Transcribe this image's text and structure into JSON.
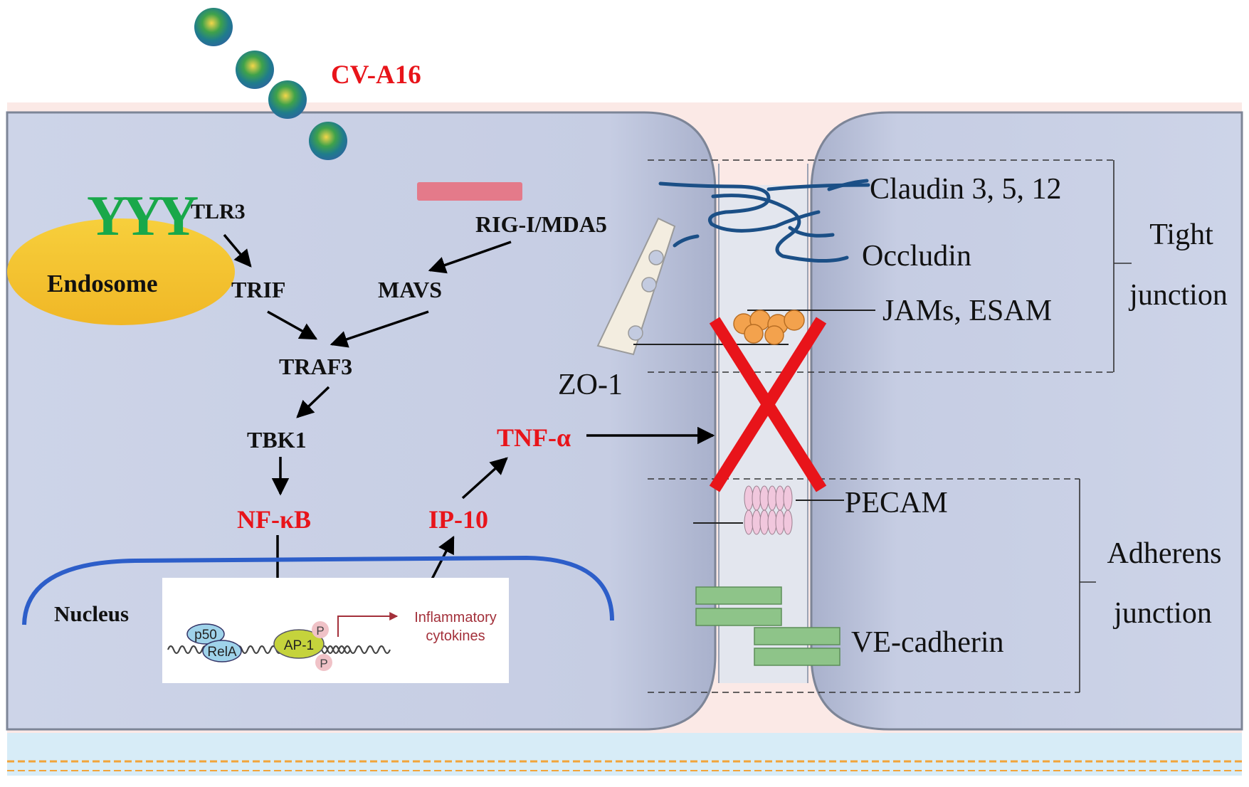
{
  "virus": {
    "name": "CV-A16"
  },
  "receptors": {
    "tlr_glyph": "YYY",
    "tlr3": "TLR3",
    "rig": "RIG-I/MDA5"
  },
  "compartments": {
    "endosome": "Endosome",
    "nucleus": "Nucleus"
  },
  "pathway": {
    "trif": "TRIF",
    "mavs": "MAVS",
    "traf3": "TRAF3",
    "tbk1": "TBK1",
    "nfkb": "NF-κB",
    "ip10": "IP-10",
    "tnfa": "TNF-α"
  },
  "inset": {
    "p50": "p50",
    "rela": "RelA",
    "ap1": "AP-1",
    "p_top": "P",
    "p_bottom": "P",
    "output_line1": "Inflammatory",
    "output_line2": "cytokines"
  },
  "junction_proteins": {
    "claudin": "Claudin 3, 5, 12",
    "occludin": "Occludin",
    "jams": "JAMs, ESAM",
    "zo1": "ZO-1",
    "pecam": "PECAM",
    "vecadherin": "VE-cadherin"
  },
  "junction_groups": {
    "tight_line1": "Tight",
    "tight_line2": "junction",
    "adherens_line1": "Adherens",
    "adherens_line2": "junction"
  },
  "colors": {
    "highlight": "#e8141a",
    "tlr": "#19a84a",
    "cell": "#c9d1e6",
    "membrane": "#7d8597",
    "claudin": "#1b4f86",
    "jam": "#f3a24d",
    "pecam": "#f1c7dd",
    "vecadherin": "#8ec489",
    "endosome": "#f6c234",
    "nucleus": "#2d5ec9"
  }
}
